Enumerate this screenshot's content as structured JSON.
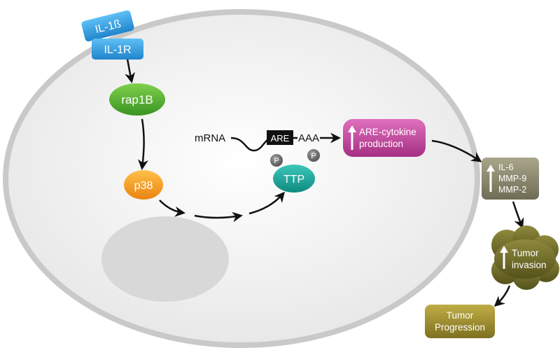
{
  "nodes": {
    "il1b": {
      "label": "IL-1ß",
      "color": "#2f9be0"
    },
    "il1r": {
      "label": "IL-1R",
      "color": "#2f9be0"
    },
    "rap1b": {
      "label": "rap1B",
      "color": "#4faf2f"
    },
    "p38": {
      "label": "p38",
      "color": "#f29a1e"
    },
    "ttp": {
      "label": "TTP",
      "color": "#17a59a"
    },
    "phospho_left": {
      "label": "P",
      "color": "#6b6b6b"
    },
    "phospho_right": {
      "label": "P",
      "color": "#6b6b6b"
    },
    "mrna": {
      "label": "mRNA"
    },
    "are": {
      "label": "ARE"
    },
    "poly_a": {
      "label": "AAA"
    },
    "are_cytokine": {
      "line1": "ARE-cytokine",
      "line2": "production",
      "color": "#c2449c"
    },
    "cytokines": {
      "line1": "IL-6",
      "line2": "MMP-9",
      "line3": "MMP-2",
      "color": "#8d8a6f"
    },
    "invasion": {
      "line1": "Tumor",
      "line2": "invasion",
      "color": "#6e6a26"
    },
    "progression": {
      "line1": "Tumor",
      "line2": "Progression",
      "color": "#9a8a2a"
    }
  },
  "colors": {
    "cell_fill": "#ececec",
    "cell_border": "#c8c8c8",
    "nucleus": "#d9d9d9",
    "arrow": "#111111"
  },
  "icons": {
    "up_arrow": "up-arrow-icon",
    "arrowhead": "arrowhead-icon"
  }
}
